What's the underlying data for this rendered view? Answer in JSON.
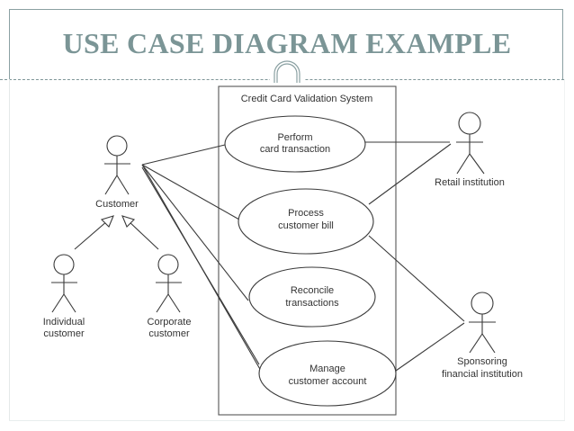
{
  "slide": {
    "title": "USE CASE DIAGRAM EXAMPLE",
    "accent_color": "#7b9596"
  },
  "diagram": {
    "type": "uml-use-case",
    "system_boundary": "Credit Card Validation System",
    "actors": [
      {
        "id": "customer",
        "label": "Customer"
      },
      {
        "id": "individual",
        "label_line1": "Individual",
        "label_line2": "customer"
      },
      {
        "id": "corporate",
        "label_line1": "Corporate",
        "label_line2": "customer"
      },
      {
        "id": "retail",
        "label": "Retail institution"
      },
      {
        "id": "sponsoring",
        "label_line1": "Sponsoring",
        "label_line2": "financial institution"
      }
    ],
    "use_cases": [
      {
        "id": "perform",
        "line1": "Perform",
        "line2": "card transaction"
      },
      {
        "id": "process",
        "line1": "Process",
        "line2": "customer bill"
      },
      {
        "id": "reconcile",
        "line1": "Reconcile",
        "line2": "transactions"
      },
      {
        "id": "manage",
        "line1": "Manage",
        "line2": "customer account"
      }
    ],
    "associations": [
      {
        "from": "customer",
        "to": "perform"
      },
      {
        "from": "customer",
        "to": "process"
      },
      {
        "from": "customer",
        "to": "reconcile"
      },
      {
        "from": "customer",
        "to": "manage"
      },
      {
        "from": "retail",
        "to": "perform"
      },
      {
        "from": "retail",
        "to": "process"
      },
      {
        "from": "sponsoring",
        "to": "process"
      },
      {
        "from": "sponsoring",
        "to": "manage"
      }
    ],
    "generalizations": [
      {
        "child": "individual",
        "parent": "customer"
      },
      {
        "child": "corporate",
        "parent": "customer"
      }
    ]
  }
}
